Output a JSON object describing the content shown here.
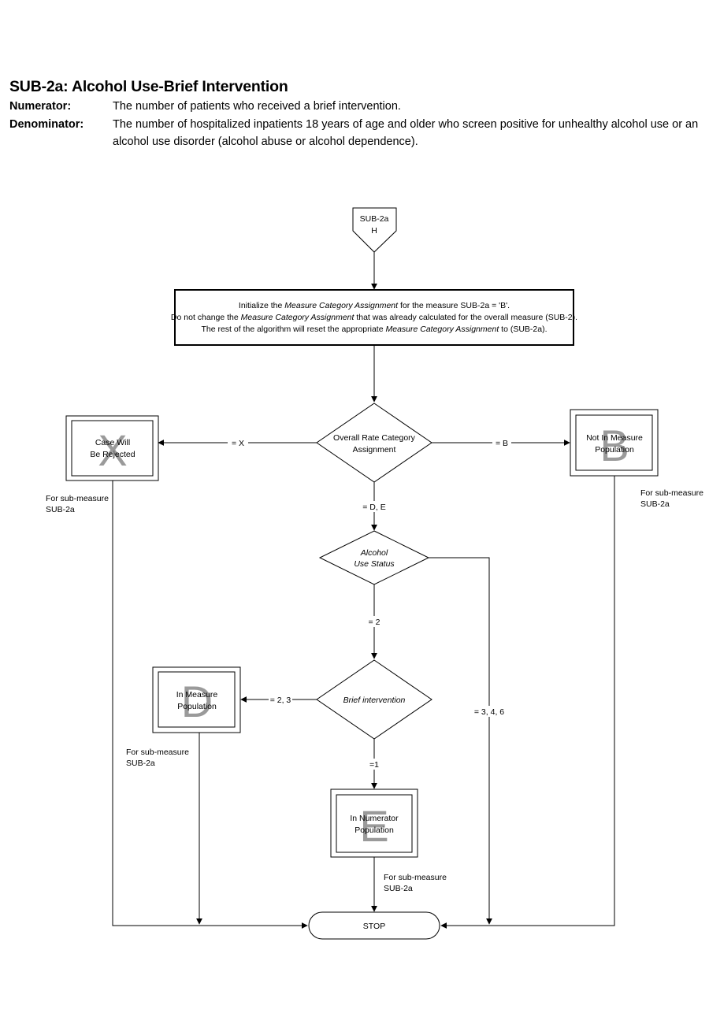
{
  "header": {
    "title": "SUB-2a:  Alcohol Use-Brief Intervention",
    "numerator_label": "Numerator:",
    "numerator_text": "The number of patients who received a brief intervention.",
    "denominator_label": "Denominator:",
    "denominator_text": "The number of hospitalized inpatients 18 years of age and older who screen positive for unhealthy alcohol use or an alcohol use disorder (alcohol abuse or alcohol dependence)."
  },
  "flow": {
    "start": {
      "line1": "SUB-2a",
      "line2": "H"
    },
    "init": {
      "line1": {
        "pre": "Initialize the ",
        "em": "Measure Category Assignment",
        "post": " for the measure SUB-2a = 'B'."
      },
      "line2": {
        "pre": "Do not change the ",
        "em": "Measure Category Assignment",
        "post": " that was already calculated for the overall measure (SUB-2)."
      },
      "line3": {
        "pre": "The rest of the algorithm will reset the appropriate ",
        "em": "Measure Category Assignment",
        "post": " to (SUB-2a)."
      }
    },
    "decision_overall": {
      "line1": "Overall Rate Category",
      "line2": "Assignment"
    },
    "decision_alcohol": {
      "line1": "Alcohol",
      "line2": "Use Status"
    },
    "decision_brief": {
      "line1": "Brief intervention"
    },
    "outcome_x": {
      "letter": "X",
      "line1": "Case Will",
      "line2": "Be Rejected",
      "note1": "For sub-measure",
      "note2": " SUB-2a"
    },
    "outcome_b": {
      "letter": "B",
      "line1": "Not In Measure",
      "line2": "Population",
      "note1": "For sub-measure",
      "note2": "SUB-2a"
    },
    "outcome_d": {
      "letter": "D",
      "line1": "In Measure",
      "line2": "Population",
      "note1": "For sub-measure",
      "note2": "SUB-2a"
    },
    "outcome_e": {
      "letter": "E",
      "line1": "In Numerator",
      "line2": "Population",
      "note1": "For sub-measure",
      "note2": "SUB-2a"
    },
    "stop": "STOP",
    "edges": {
      "x": "= X",
      "b": "= B",
      "de": "= D, E",
      "two": "= 2",
      "three46": "= 3, 4, 6",
      "two3": "= 2, 3",
      "one": "=1"
    }
  }
}
